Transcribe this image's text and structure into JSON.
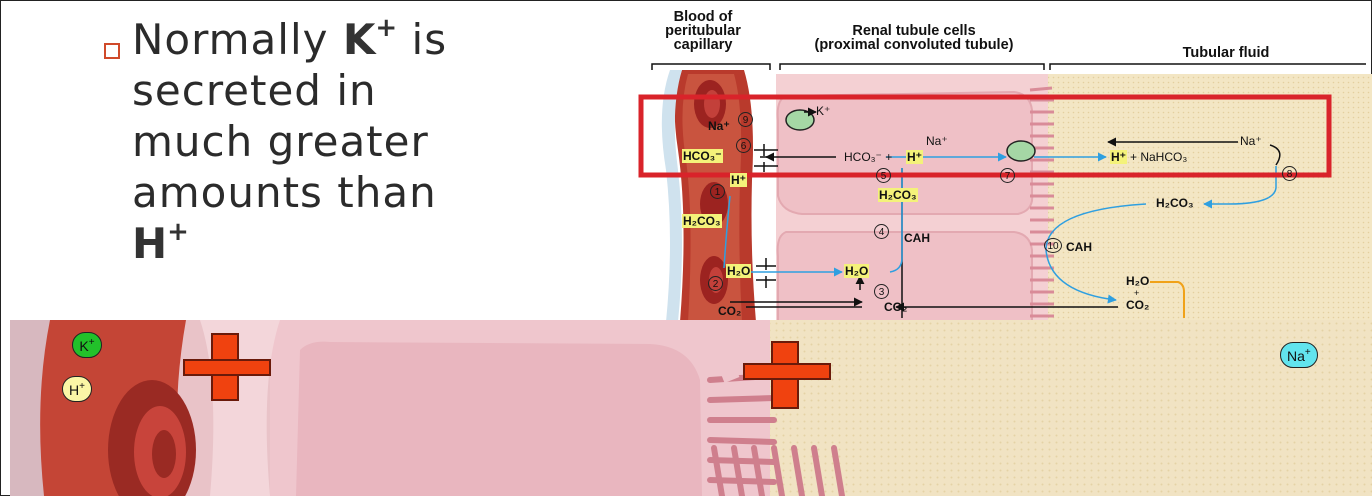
{
  "bullet": {
    "pre": "Normally ",
    "ion1": "K",
    "ion1_charge": "+",
    "mid": " is secreted in much greater amounts than ",
    "ion2": "H",
    "ion2_charge": "+"
  },
  "figure": {
    "headers": {
      "blood": [
        "Blood of",
        "peritubular",
        "capillary"
      ],
      "cells": [
        "Renal tubule cells",
        "(proximal convoluted tubule)"
      ],
      "fluid": "Tubular fluid"
    },
    "labels": {
      "k_plus": "K⁺",
      "na_plus_blood": "Na⁺",
      "hco3_blood": "HCO₃⁻",
      "h_plus_cap": "H⁺",
      "h2co3_blood": "H₂CO₃",
      "h2o_blood": "H₂O",
      "co2_blood": "CO₂",
      "na_plus_cell": "Na⁺",
      "hco3_cell": "HCO₃⁻ +",
      "h_plus_cell": "H⁺",
      "h2co3_cell": "H₂CO₃",
      "cah_cell": "CAH",
      "h2o_cell": "H₂O",
      "co2_cell": "CO₂",
      "na_plus_fluid": "Na⁺",
      "h_plus_fluid": "H⁺",
      "nahco3_fluid": "+ NaHCO₃",
      "h2co3_fluid": "H₂CO₃",
      "cah_fluid": "CAH",
      "h2o_fluid": "H₂O",
      "plus_fluid": "+",
      "co2_fluid": "CO₂"
    },
    "step_numbers": [
      "1",
      "2",
      "3",
      "4",
      "5",
      "6",
      "7",
      "8",
      "9",
      "10"
    ]
  },
  "bottom": {
    "ions": {
      "k_label": "K",
      "k_charge": "+",
      "h_label": "H",
      "h_charge": "+",
      "na_label": "Na",
      "na_charge": "+"
    }
  },
  "colors": {
    "highlight_box": "#d9232a",
    "bullet_box": "#d04a2a",
    "k_bubble": "#22c12a",
    "h_bubble": "#fbf6a6",
    "na_bubble": "#62e4ee",
    "channel_block": "#f0420f",
    "tubular_fluid": "#f3e6c4",
    "cell_pink": "#f1c9cd",
    "capillary_red": "#b93a2c",
    "arrow_blue": "#2f9fe0"
  }
}
